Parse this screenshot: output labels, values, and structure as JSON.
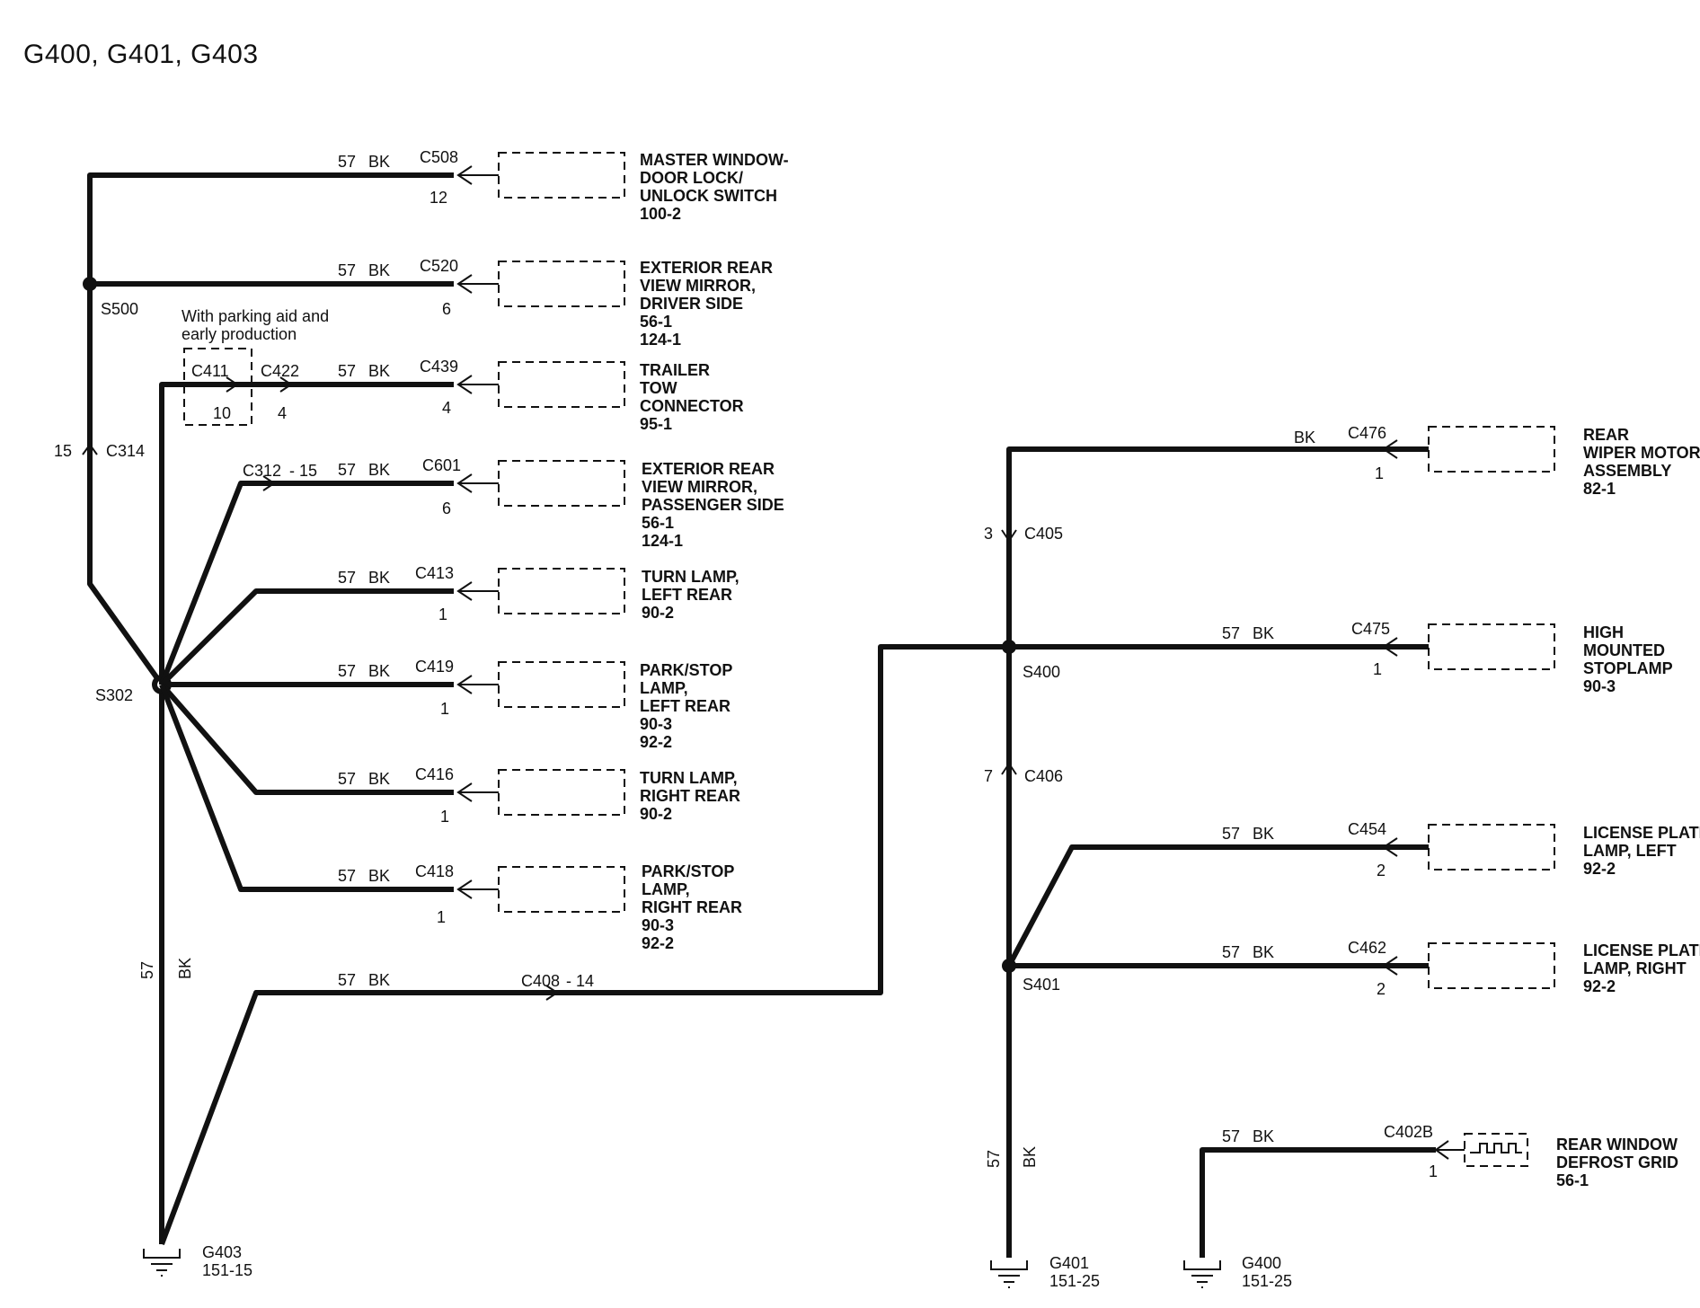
{
  "title": "G400, G401, G403",
  "nodes": {
    "s500": "S500",
    "s302": "S302",
    "s400": "S400",
    "s401": "S401",
    "c314": "C314",
    "c314_pin": "15",
    "c405": "C405",
    "c405_pin": "3",
    "c406": "C406",
    "c406_pin": "7",
    "c408": "C408",
    "c408_pin": "- 14",
    "c312": "C312",
    "c312_pin": "- 15",
    "c411": "C411",
    "c411_pin": "10",
    "c422": "C422",
    "c422_pin": "4",
    "note": [
      "With parking aid and",
      "early production"
    ]
  },
  "wire_labels": {
    "gauge": "57",
    "color": "BK"
  },
  "left_circuits": [
    {
      "conn": "C508",
      "pin": "12",
      "device": [
        "MASTER WINDOW-",
        "DOOR LOCK/",
        "UNLOCK SWITCH",
        "100-2"
      ]
    },
    {
      "conn": "C520",
      "pin": "6",
      "device": [
        "EXTERIOR REAR",
        "VIEW MIRROR,",
        "DRIVER SIDE",
        "56-1",
        "124-1"
      ]
    },
    {
      "conn": "C439",
      "pin": "4",
      "device": [
        "TRAILER",
        "TOW",
        "CONNECTOR",
        "95-1"
      ]
    },
    {
      "conn": "C601",
      "pin": "6",
      "device": [
        "EXTERIOR REAR",
        "VIEW MIRROR,",
        "PASSENGER SIDE",
        "56-1",
        "124-1"
      ]
    },
    {
      "conn": "C413",
      "pin": "1",
      "device": [
        "TURN LAMP,",
        "LEFT REAR",
        "90-2"
      ]
    },
    {
      "conn": "C419",
      "pin": "1",
      "device": [
        "PARK/STOP",
        "LAMP,",
        "LEFT REAR",
        "90-3",
        "92-2"
      ]
    },
    {
      "conn": "C416",
      "pin": "1",
      "device": [
        "TURN LAMP,",
        "RIGHT REAR",
        "90-2"
      ]
    },
    {
      "conn": "C418",
      "pin": "1",
      "device": [
        "PARK/STOP",
        "LAMP,",
        "RIGHT REAR",
        "90-3",
        "92-2"
      ]
    }
  ],
  "right_circuits": [
    {
      "conn": "C476",
      "pin": "1",
      "device": [
        "REAR",
        "WIPER MOTOR",
        "ASSEMBLY",
        "82-1"
      ]
    },
    {
      "conn": "C475",
      "pin": "1",
      "device": [
        "HIGH",
        "MOUNTED",
        "STOPLAMP",
        "90-3"
      ]
    },
    {
      "conn": "C454",
      "pin": "2",
      "device": [
        "LICENSE PLATE",
        "LAMP, LEFT",
        "92-2"
      ]
    },
    {
      "conn": "C462",
      "pin": "2",
      "device": [
        "LICENSE PLATE",
        "LAMP, RIGHT",
        "92-2"
      ]
    },
    {
      "conn": "C402B",
      "pin": "1",
      "device": [
        "REAR   WINDOW",
        "DEFROST GRID",
        "56-1"
      ]
    }
  ],
  "grounds": [
    {
      "name": "G403",
      "ref": "151-15"
    },
    {
      "name": "G401",
      "ref": "151-25"
    },
    {
      "name": "G400",
      "ref": "151-25"
    }
  ]
}
